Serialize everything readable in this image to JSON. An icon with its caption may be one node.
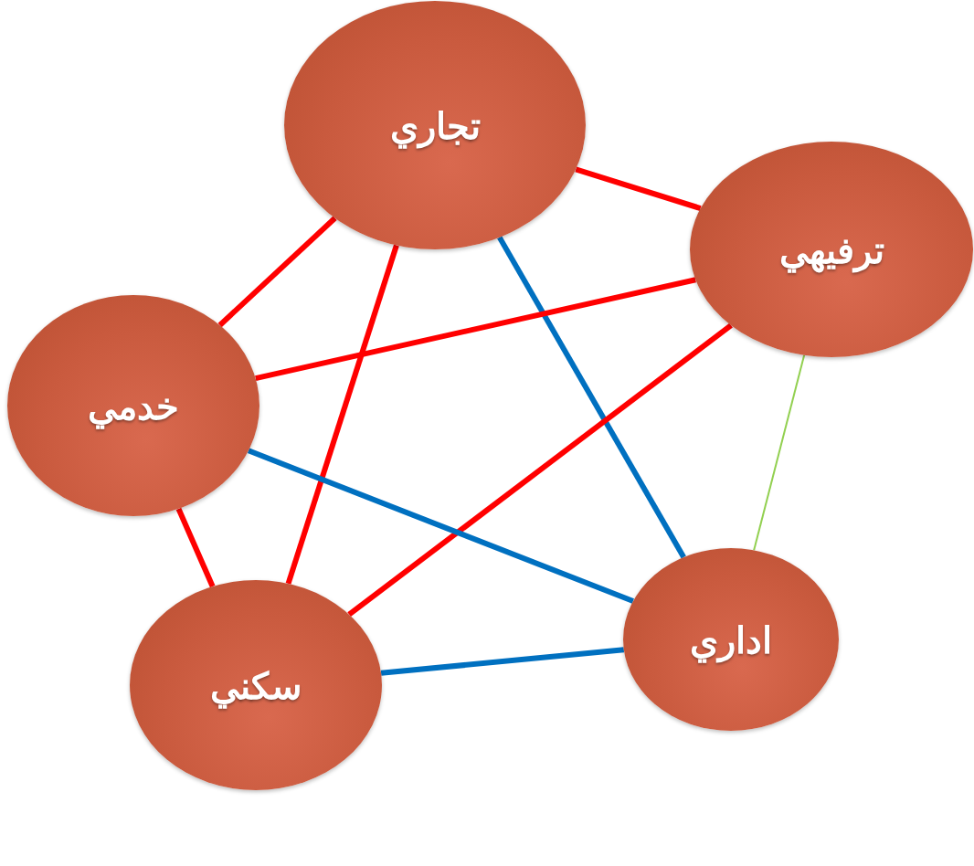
{
  "diagram": {
    "nodes": [
      {
        "text": [
          "تجاري"
        ]
      },
      {
        "text": [
          "ترفيهي"
        ]
      },
      {
        "text": [
          "خدمي"
        ]
      },
      {
        "text": [
          "سكني"
        ]
      },
      {
        "text": [
          "اداري"
        ]
      }
    ],
    "edges": [
      {
        "from": 0,
        "to": 1,
        "arrow": "none"
      },
      {
        "from": 0,
        "to": 2,
        "arrow": "none"
      },
      {
        "from": 0,
        "to": 3,
        "arrow": "none"
      },
      {
        "from": 0,
        "to": 4,
        "arrow": "none",
        "color": "#0070c0"
      },
      {
        "from": 1,
        "to": 2,
        "arrow": "none"
      },
      {
        "from": 1,
        "to": 3,
        "arrow": "none"
      },
      {
        "from": 1,
        "to": 4,
        "arrow": "none",
        "color": "#92d050"
      },
      {
        "from": 2,
        "to": 3,
        "arrow": "none"
      },
      {
        "from": 2,
        "to": 4,
        "arrow": "none",
        "color": "#0070c0"
      },
      {
        "from": 3,
        "to": 4,
        "arrow": "none",
        "color": "#0070c0"
      }
    ]
  }
}
